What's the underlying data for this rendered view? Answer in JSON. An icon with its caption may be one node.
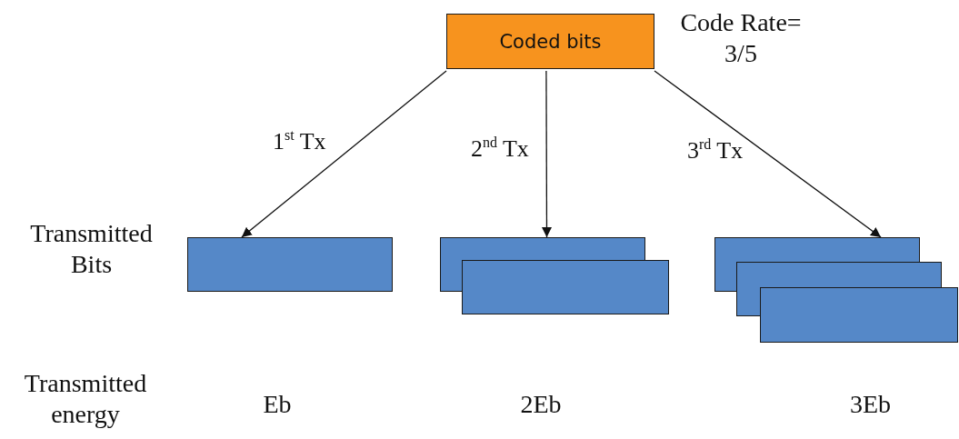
{
  "diagram": {
    "nodes": [
      {
        "text": [
          "Coded bits"
        ]
      },
      {
        "text": [],
        "shape": "box"
      },
      {
        "text": [],
        "shape": "box"
      },
      {
        "text": [],
        "shape": "box"
      },
      {
        "text": [],
        "shape": "box"
      },
      {
        "text": [],
        "shape": "box"
      },
      {
        "text": [],
        "shape": "box"
      }
    ],
    "edges": [
      {
        "from": 0,
        "to": 1,
        "arrow": "to",
        "label": "1$^{st}$ Tx"
      },
      {
        "from": 0,
        "to": 2,
        "arrow": "to",
        "label": "2$^{nd}$ Tx"
      },
      {
        "from": 0,
        "to": 4,
        "arrow": "to",
        "label": "3$^{rd}$ Tx"
      }
    ],
    "labels": [
      "Code Rate= 3/5",
      "Transmitted Bits",
      "Transmitted energy",
      "Eb",
      "2Eb",
      "3Eb"
    ]
  }
}
